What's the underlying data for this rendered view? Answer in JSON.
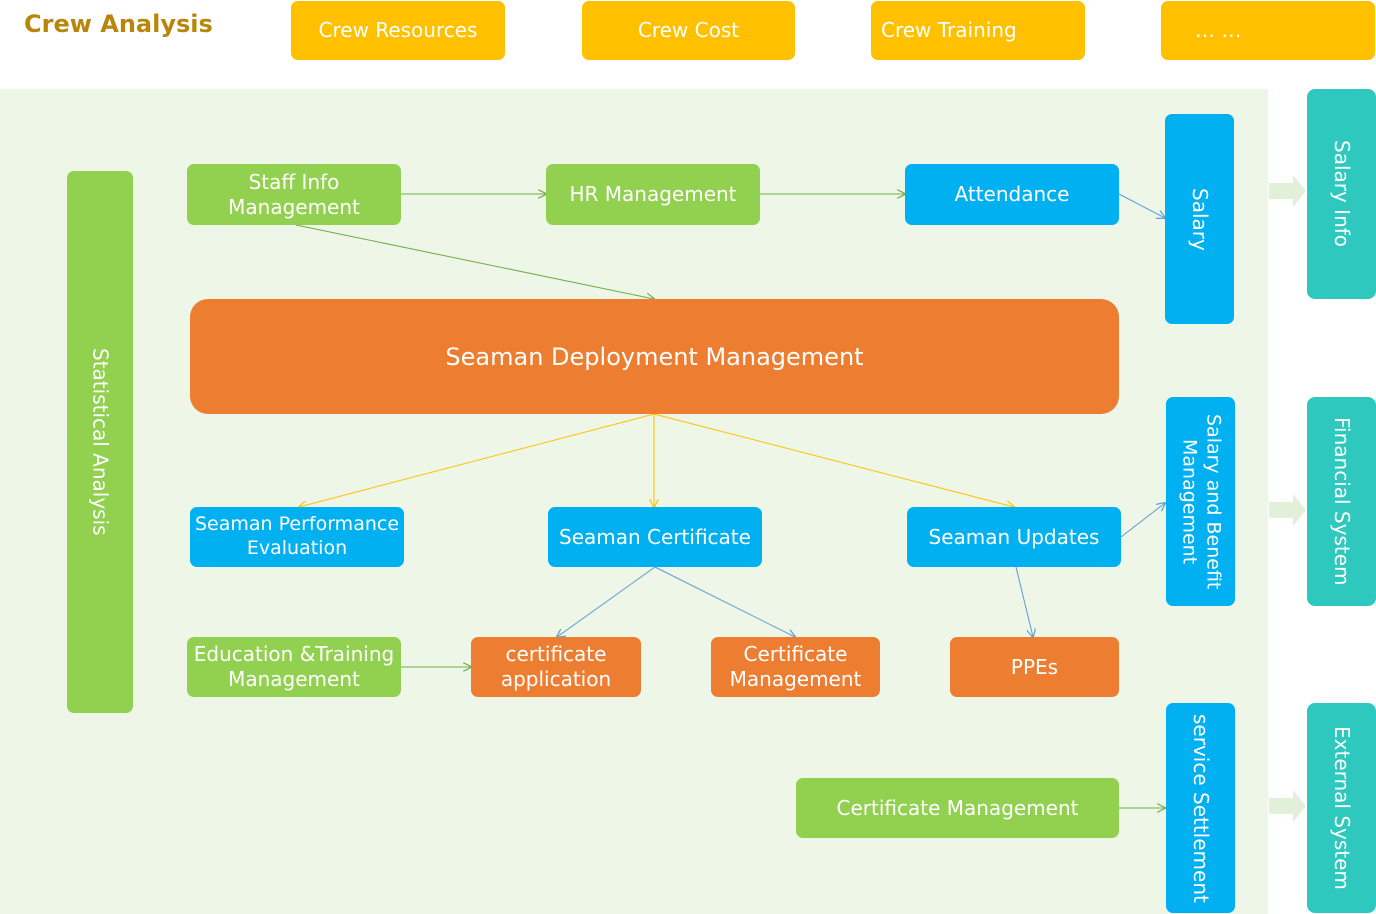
{
  "header": {
    "title": "Crew Analysis",
    "tabs": [
      "Crew Resources",
      "Crew Cost",
      "Crew Training",
      "… …"
    ]
  },
  "left": {
    "statistical": "Statistical Analysis"
  },
  "nodes": {
    "staff_info": "Staff Info\nManagement",
    "hr": "HR Management",
    "attendance": "Attendance",
    "deployment": "Seaman Deployment  Management",
    "performance": "Seaman Performance\nEvaluation",
    "certificate": "Seaman Certificate",
    "updates": "Seaman Updates",
    "education": "Education &Training\nManagement",
    "cert_app": "certificate\napplication",
    "cert_mgmt": "Certificate\nManagement",
    "ppes": "PPEs",
    "cert_mgmt2": "Certificate Management"
  },
  "right": {
    "salary": "Salary",
    "salary_benefit": "Salary and Benefit\nManagement",
    "service_settlement": "service  Settlement"
  },
  "systems": {
    "salary_info": "Salary Info",
    "financial": "Financial System",
    "external": "External System"
  },
  "colors": {
    "green": "#92d050",
    "blue": "#00b0f0",
    "orange": "#ed7d31",
    "yellow": "#ffc000",
    "teal": "#2ec8bf",
    "panel": "#eef6e8",
    "title": "#b8860b"
  }
}
